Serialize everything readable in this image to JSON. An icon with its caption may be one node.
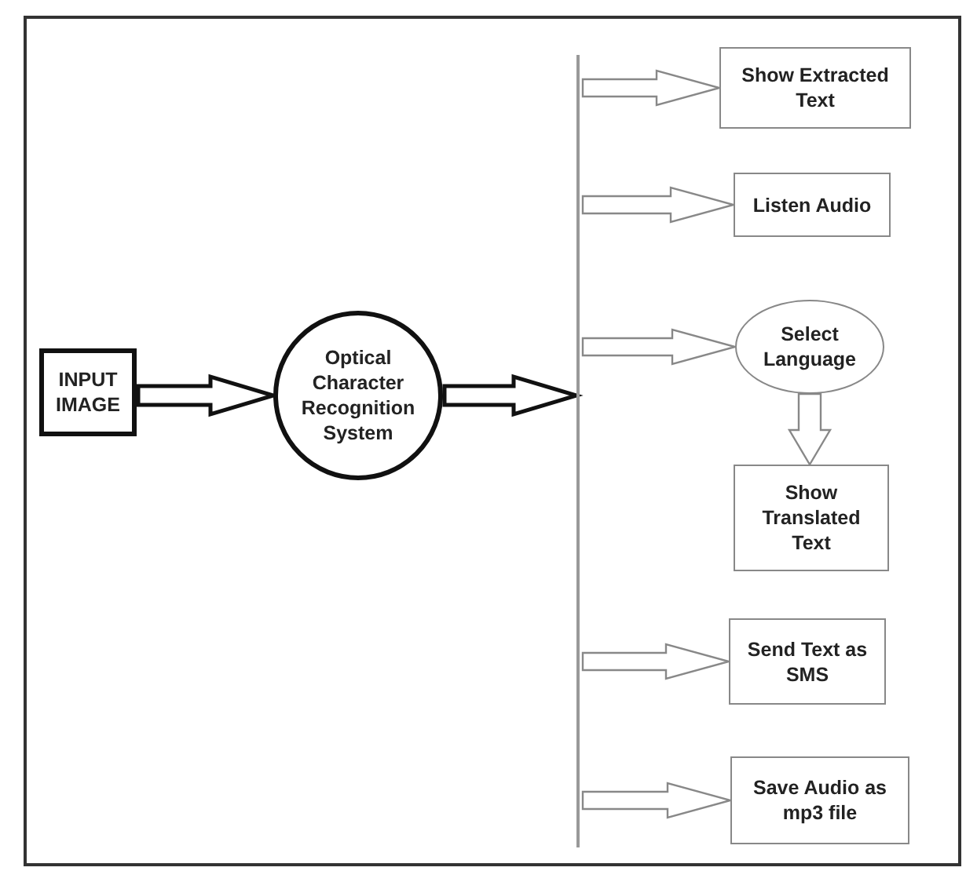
{
  "diagram": {
    "nodes": [
      {
        "text": [
          "INPUT IMAGE"
        ]
      },
      {
        "text": [
          "Optical Character Recognition System"
        ]
      },
      {
        "text": [],
        "shape": "bar"
      },
      {
        "text": [
          "Show Extracted Text"
        ]
      },
      {
        "text": [
          "Listen Audio"
        ]
      },
      {
        "text": [
          "Select Language"
        ]
      },
      {
        "text": [
          "Show Translated Text"
        ]
      },
      {
        "text": [
          "Send Text as SMS"
        ]
      },
      {
        "text": [
          "Save Audio as mp3 file"
        ]
      }
    ],
    "edges": [
      {
        "from": 0,
        "to": 1,
        "arrow": "to",
        "style": "thick"
      },
      {
        "from": 1,
        "to": 2,
        "arrow": "to",
        "style": "thick"
      },
      {
        "from": 2,
        "to": 3,
        "arrow": "to"
      },
      {
        "from": 2,
        "to": 4,
        "arrow": "to"
      },
      {
        "from": 2,
        "to": 5,
        "arrow": "to"
      },
      {
        "from": 5,
        "to": 6,
        "arrow": "to"
      },
      {
        "from": 2,
        "to": 7,
        "arrow": "to"
      },
      {
        "from": 2,
        "to": 8,
        "arrow": "to"
      }
    ]
  }
}
